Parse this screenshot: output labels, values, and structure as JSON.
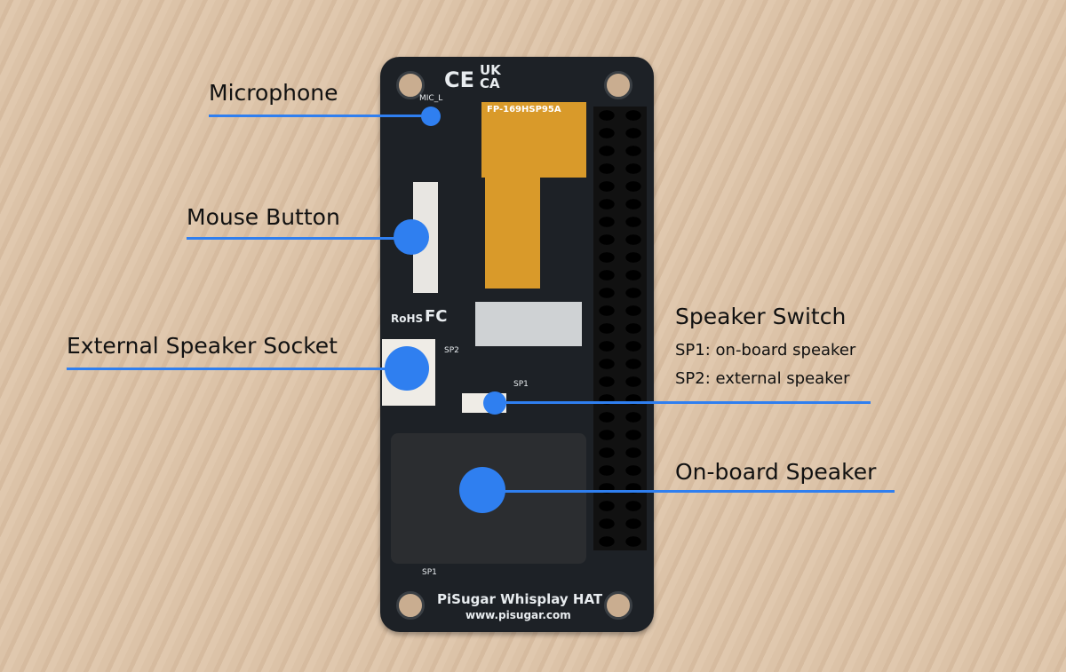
{
  "board": {
    "ce": "CE",
    "ukca_1": "UK",
    "ukca_2": "CA",
    "mic_silk": "MIC_L",
    "fpc_code": "FP-169HSP95A",
    "rohs": "RoHS",
    "fc": "FC",
    "sp1": "SP1",
    "sp2": "SP2",
    "name": "PiSugar Whisplay HAT",
    "url": "www.pisugar.com"
  },
  "annotations": {
    "microphone": "Microphone",
    "mouse_button": "Mouse Button",
    "external_speaker_socket": "External Speaker Socket",
    "speaker_switch": {
      "title": "Speaker Switch",
      "sp1": "SP1: on-board speaker",
      "sp2": "SP2: external speaker"
    },
    "onboard_speaker": "On-board Speaker"
  },
  "colors": {
    "accent": "#2f7ff0"
  }
}
